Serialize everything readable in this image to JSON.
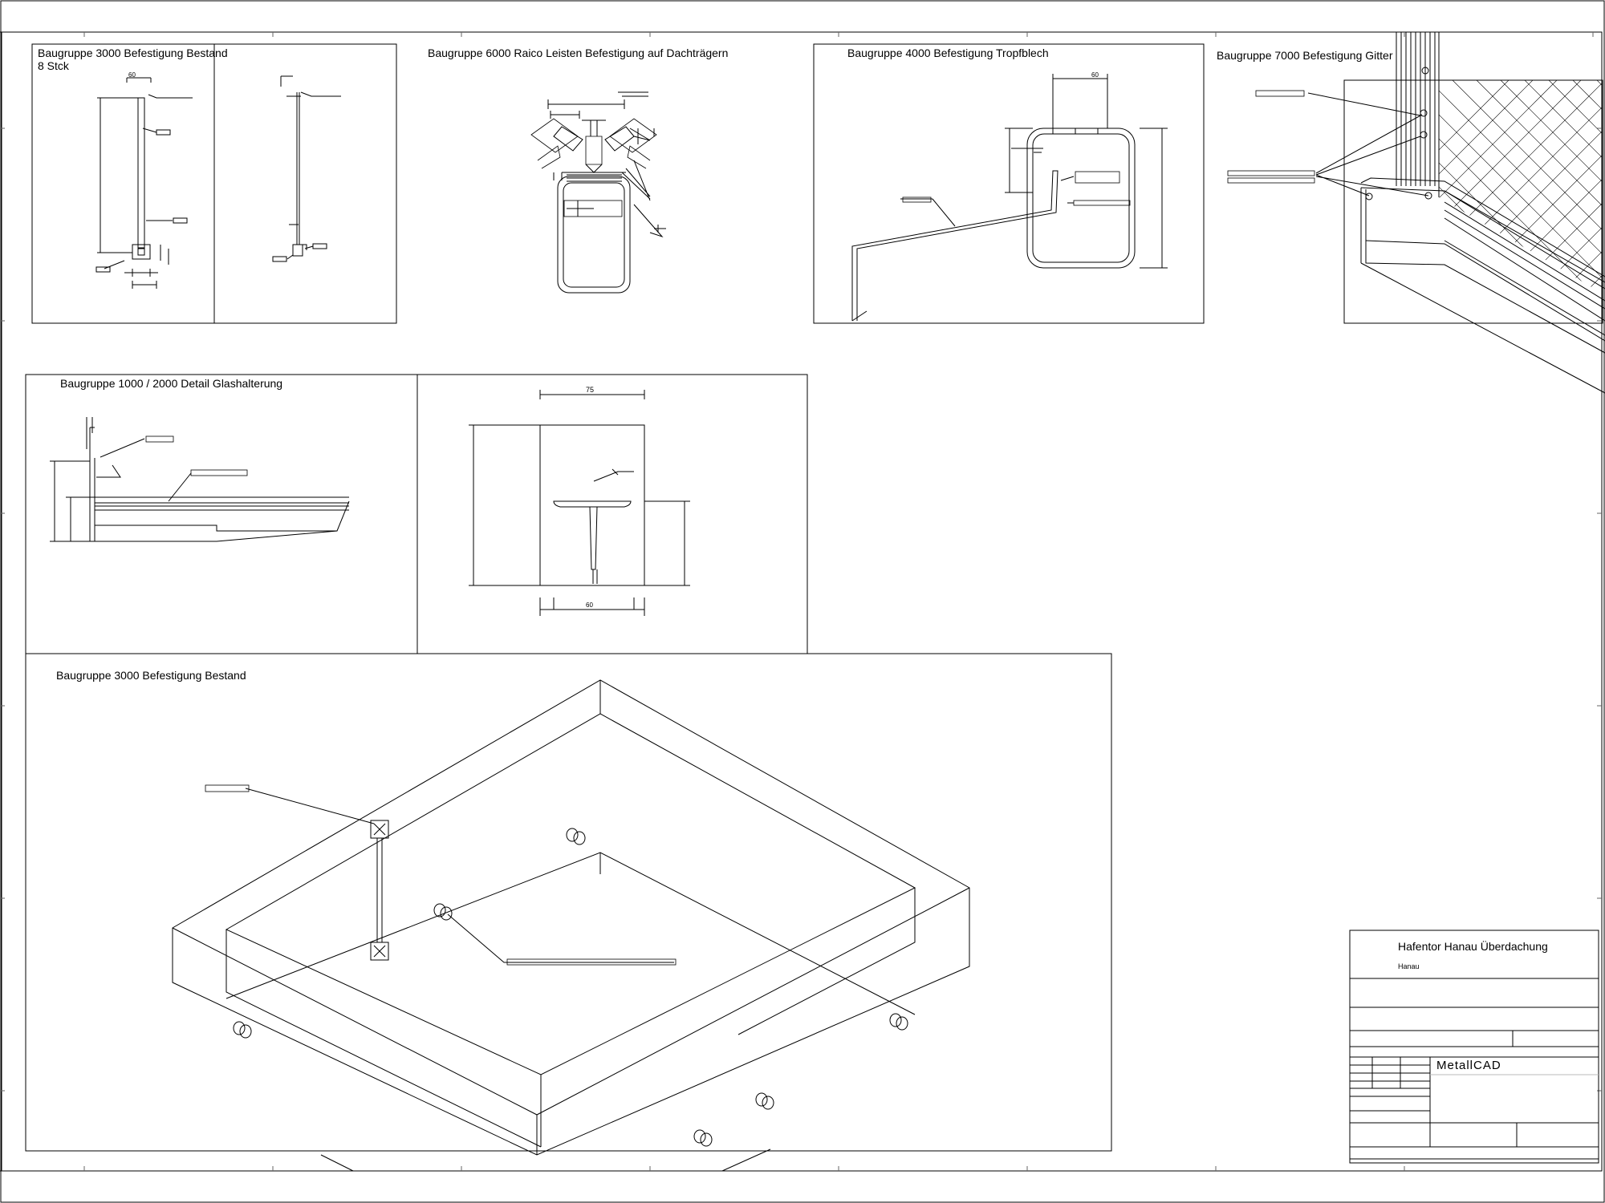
{
  "views": {
    "v1": {
      "title": "Baugruppe 3000 Befestigung Bestand",
      "subtitle": "8 Stck"
    },
    "v2": {
      "title": "Baugruppe 6000 Raico Leisten Befestigung auf Dachträgern"
    },
    "v3": {
      "title": "Baugruppe 4000 Befestigung Tropfblech"
    },
    "v4": {
      "title": "Baugruppe 7000 Befestigung Gitter"
    },
    "v5": {
      "title": "Baugruppe 1000 / 2000 Detail Glashalterung"
    },
    "v7": {
      "title": "Baugruppe 3000 Befestigung Bestand"
    }
  },
  "dimensions": {
    "d60": "60",
    "d75": "75"
  },
  "title_block": {
    "project": "Hafentor Hanau Überdachung",
    "location": "Hanau",
    "brand": "MetallCAD"
  }
}
